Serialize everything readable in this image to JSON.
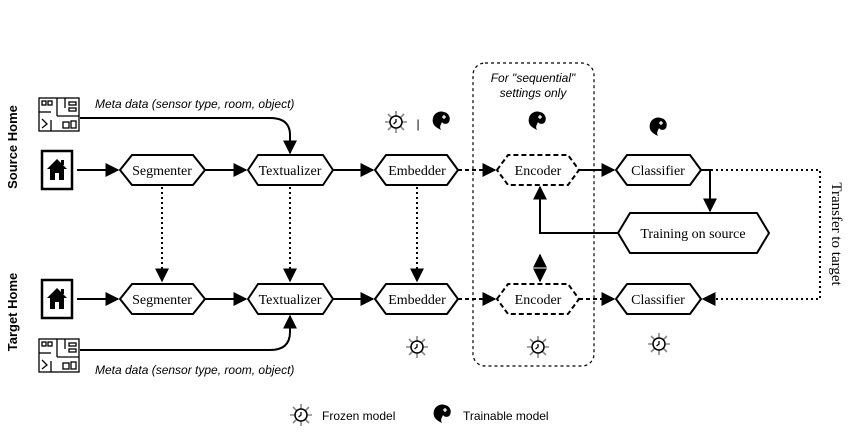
{
  "rows": {
    "source": {
      "label": "Source Home",
      "meta": "Meta data (sensor type, room, object)",
      "nodes": {
        "segmenter": "Segmenter",
        "textualizer": "Textualizer",
        "embedder": "Embedder",
        "encoder": "Encoder",
        "classifier": "Classifier"
      },
      "training": "Training on source"
    },
    "target": {
      "label": "Target Home",
      "meta": "Meta data (sensor type, room, object)",
      "nodes": {
        "segmenter": "Segmenter",
        "textualizer": "Textualizer",
        "embedder": "Embedder",
        "encoder": "Encoder",
        "classifier": "Classifier"
      }
    }
  },
  "sequential_box": {
    "line1": "For \"sequential\"",
    "line2": "settings only"
  },
  "embedder_separator": "|",
  "transfer_label": "Transfer to target",
  "legend": {
    "frozen": "Frozen model",
    "trainable": "Trainable model"
  },
  "icons": {
    "home": "house-icon",
    "floorplan": "floorplan-icon",
    "frozen": "snowflake-lock-icon",
    "trainable": "flame-icon"
  }
}
